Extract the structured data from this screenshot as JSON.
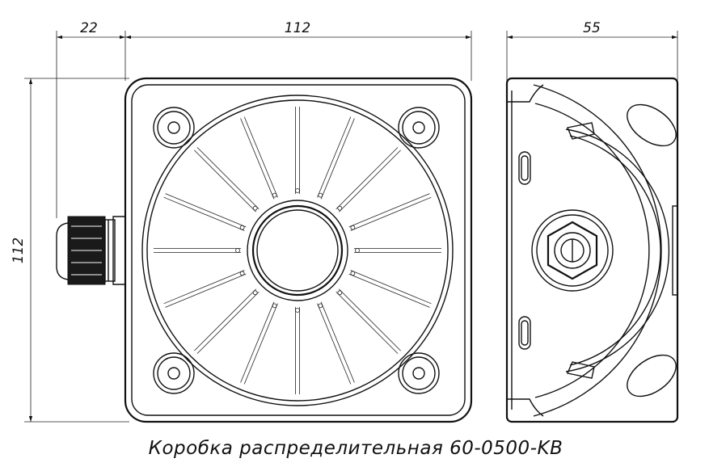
{
  "dimensions": {
    "gland_width": "22",
    "front_width": "112",
    "side_width": "55",
    "height": "112"
  },
  "caption": "Коробка распределительная 60-0500-KB"
}
